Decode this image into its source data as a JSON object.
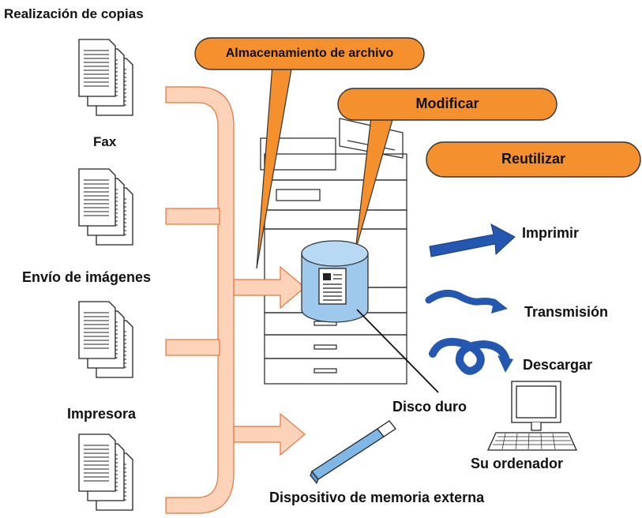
{
  "sources": [
    {
      "label": "Realización de copias"
    },
    {
      "label": "Fax"
    },
    {
      "label": "Envío de imágenes"
    },
    {
      "label": "Impresora"
    }
  ],
  "callouts": {
    "store": "Almacenamiento de archivo",
    "modify": "Modificar",
    "reuse": "Reutilizar"
  },
  "outputs": {
    "print": "Imprimir",
    "transmit": "Transmisión",
    "download": "Descargar"
  },
  "components": {
    "hard_disk": "Disco duro",
    "computer": "Su ordenador",
    "external_memory": "Dispositivo de memoria externa"
  },
  "colors": {
    "callout_fill": "#f5902f",
    "arrow_fill": "#fcd2b8",
    "arrow_blue": "#2457b0",
    "disk_fill": "#9ec9ec",
    "usb_fill": "#7fb8e6"
  }
}
